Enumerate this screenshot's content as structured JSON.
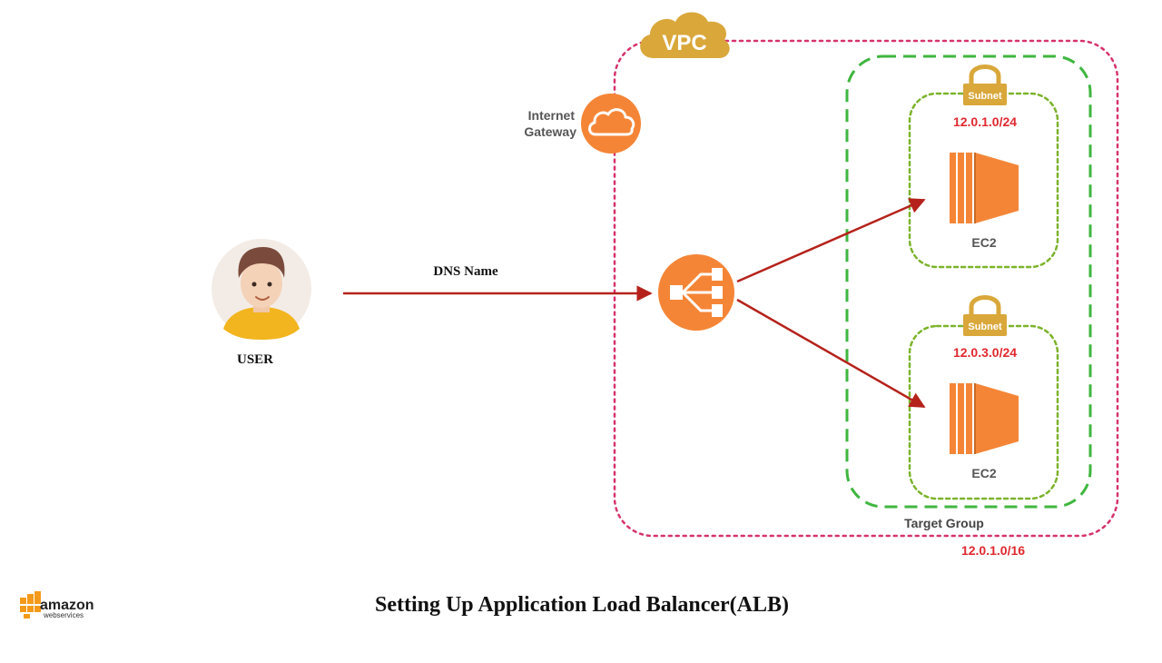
{
  "colors": {
    "vpc_border": "#d6336c",
    "target_group_border": "#3fb63f",
    "subnet_border": "#7cb32c",
    "orange": "#f58536",
    "arrow": "#b5221b",
    "cidr_text": "#e0282e",
    "gold": "#d9a73a"
  },
  "vpc": {
    "label": "VPC",
    "cidr": "12.0.1.0/16",
    "icon": "cloud-icon"
  },
  "internet_gateway": {
    "line1": "Internet",
    "line2": "Gateway",
    "icon": "cloud-icon"
  },
  "user": {
    "label": "USER",
    "icon": "user-avatar-icon"
  },
  "connection": {
    "label": "DNS Name"
  },
  "load_balancer": {
    "icon": "load-balancer-icon"
  },
  "target_group": {
    "label": "Target Group"
  },
  "subnets": [
    {
      "badge": "Subnet",
      "cidr": "12.0.1.0/24",
      "instance_label": "EC2",
      "icon": "lock-icon"
    },
    {
      "badge": "Subnet",
      "cidr": "12.0.3.0/24",
      "instance_label": "EC2",
      "icon": "lock-icon"
    }
  ],
  "footer": {
    "title": "Setting Up Application Load Balancer(ALB)",
    "logo_word": "amazon",
    "logo_sub": "webservices"
  }
}
